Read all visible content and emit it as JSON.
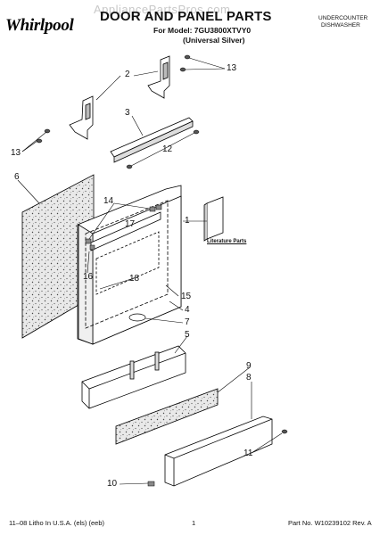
{
  "header": {
    "brand": "Whirlpool",
    "watermark": "AppliancePartsPros.com",
    "title": "DOOR AND PANEL PARTS",
    "model_line": "For Model: 7GU3800XTVY0",
    "variant": "(Universal Silver)",
    "category_line1": "UNDERCOUNTER",
    "category_line2": "DISHWASHER"
  },
  "callouts": {
    "c2": "2",
    "c13a": "13",
    "c13b": "13",
    "c3": "3",
    "c12": "12",
    "c6": "6",
    "c14": "14",
    "c17": "17",
    "c1": "1",
    "c16": "16",
    "c18": "18",
    "c15": "15",
    "c4": "4",
    "c7": "7",
    "c5": "5",
    "c9": "9",
    "c8": "8",
    "c11": "11",
    "c10": "10"
  },
  "literature_label": "Literature Parts",
  "footer": {
    "left": "11–08 Litho In U.S.A. (els) (eeb)",
    "page": "1",
    "right": "Part No. W10239102 Rev. A"
  }
}
